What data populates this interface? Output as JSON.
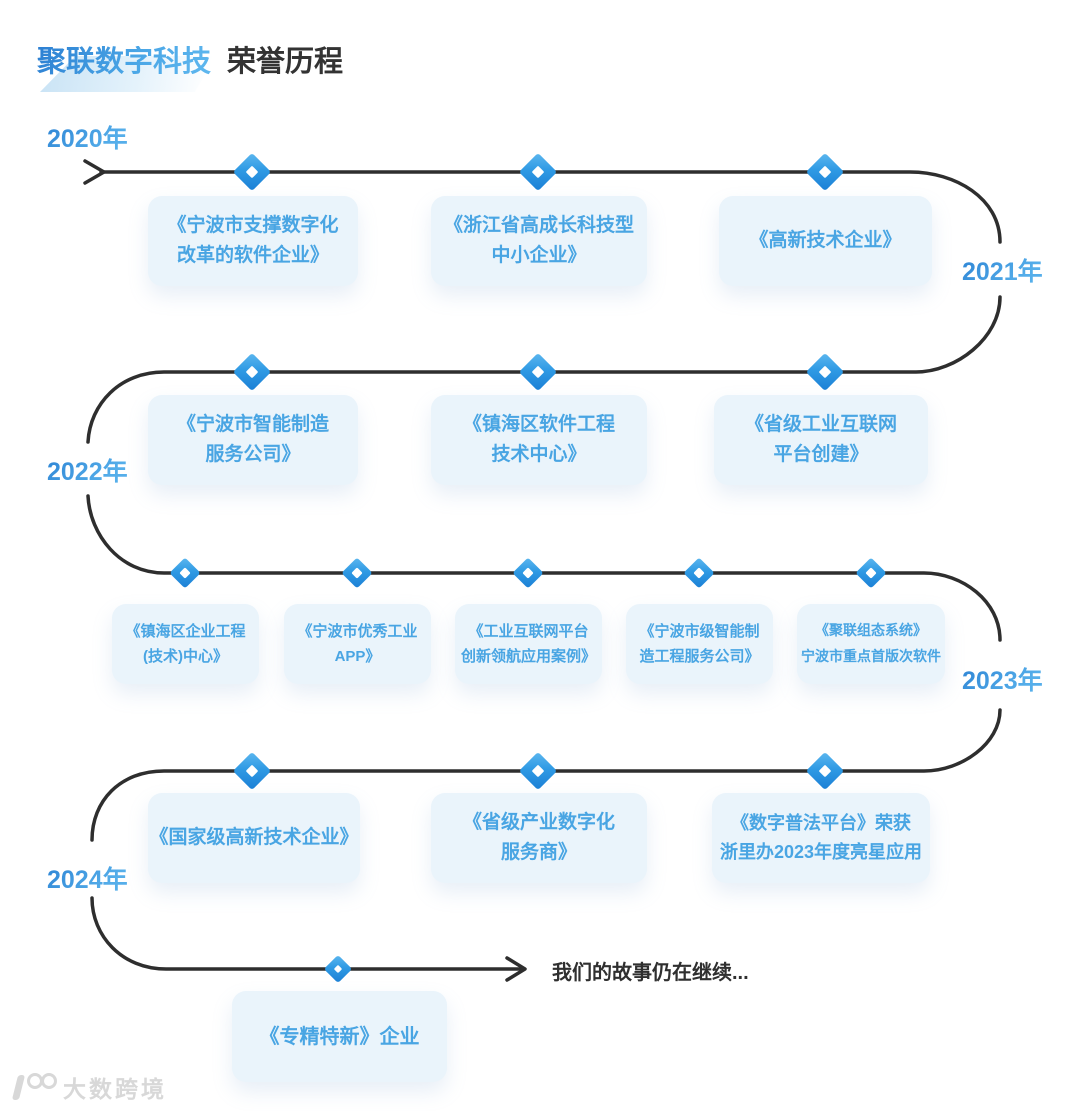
{
  "title": {
    "brand": "聚联数字科技",
    "section": "荣誉历程"
  },
  "timeline": {
    "years": [
      "2020年",
      "2021年",
      "2022年",
      "2023年",
      "2024年"
    ],
    "rows": [
      {
        "cards": [
          {
            "lines": [
              "《宁波市支撑数字化",
              "改革的软件企业》"
            ]
          },
          {
            "lines": [
              "《浙江省高成长科技型",
              "中小企业》"
            ]
          },
          {
            "lines": [
              "《高新技术企业》"
            ]
          }
        ]
      },
      {
        "cards": [
          {
            "lines": [
              "《宁波市智能制造",
              "服务公司》"
            ]
          },
          {
            "lines": [
              "《镇海区软件工程",
              "技术中心》"
            ]
          },
          {
            "lines": [
              "《省级工业互联网",
              "平台创建》"
            ]
          }
        ]
      },
      {
        "cards": [
          {
            "lines": [
              "《镇海区企业工程",
              "(技术)中心》"
            ]
          },
          {
            "lines": [
              "《宁波市优秀工业",
              "APP》"
            ]
          },
          {
            "lines": [
              "《工业互联网平台",
              "创新领航应用案例》"
            ]
          },
          {
            "lines": [
              "《宁波市级智能制",
              "造工程服务公司》"
            ]
          },
          {
            "lines": [
              "《聚联组态系统》",
              "宁波市重点首版次软件"
            ]
          }
        ]
      },
      {
        "cards": [
          {
            "lines": [
              "《国家级高新技术企业》"
            ]
          },
          {
            "lines": [
              "《省级产业数字化",
              "服务商》"
            ]
          },
          {
            "lines": [
              "《数字普法平台》荣获",
              "浙里办2023年度亮星应用"
            ]
          }
        ]
      },
      {
        "cards": [
          {
            "lines": [
              "《专精特新》企业"
            ]
          }
        ]
      }
    ],
    "ending_text": "我们的故事仍在继续..."
  },
  "watermark": {
    "text": "大数跨境"
  },
  "colors": {
    "accent_blue": "#3795dd",
    "card_background": "#eaf4fb",
    "card_text": "#49a5e3",
    "timeline_line": "#2e2e2e",
    "diamond_gradient_start": "#5cb7ef",
    "diamond_gradient_end": "#1b7fd5",
    "title_dark": "#333333",
    "watermark_gray": "#d8d8d8"
  }
}
